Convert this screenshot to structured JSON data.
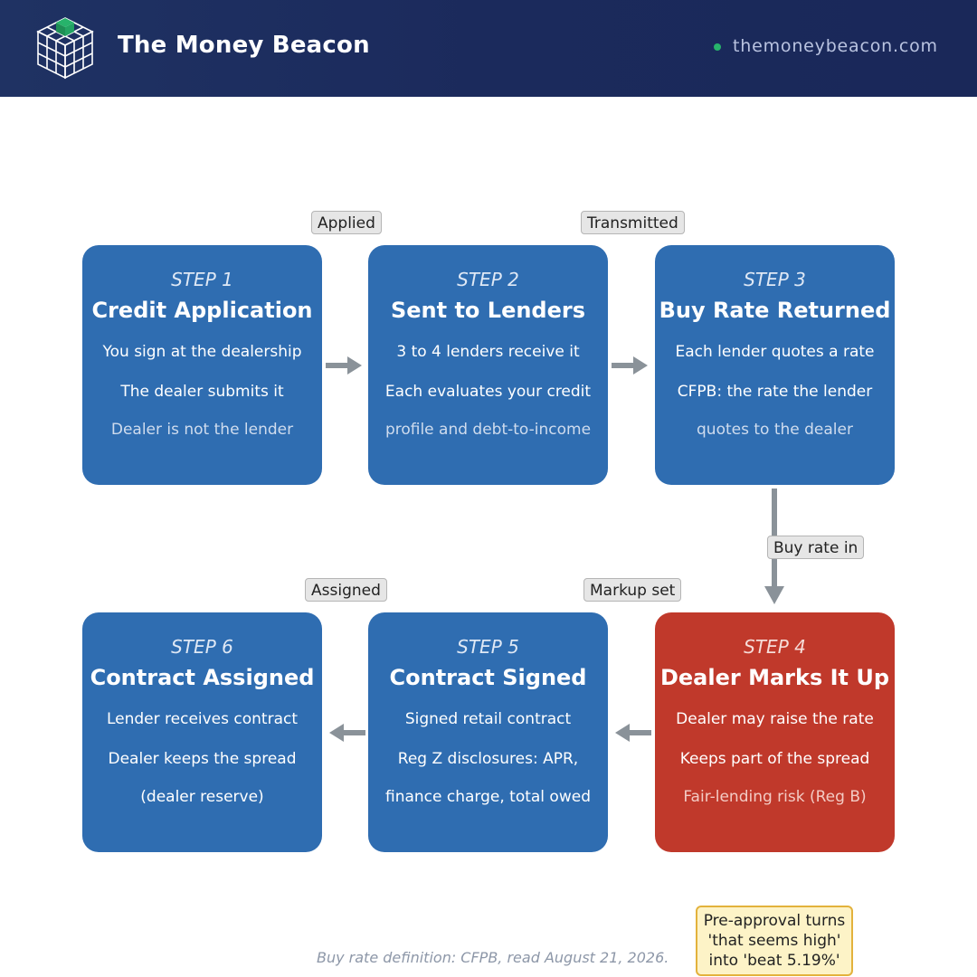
{
  "header": {
    "brand": "The Money Beacon",
    "site": "themoneybeacon.com",
    "logo_icon": "cube-grid-icon",
    "accent_color": "#27b36b"
  },
  "steps": [
    {
      "num": "STEP 1",
      "title": "Credit Application",
      "lines": [
        "You sign at the dealership",
        "The dealer submits it",
        "Dealer is not the lender"
      ],
      "color": "#2f6db1"
    },
    {
      "num": "STEP 2",
      "title": "Sent to Lenders",
      "lines": [
        "3 to 4 lenders receive it",
        "Each evaluates your credit",
        "profile and debt-to-income"
      ],
      "color": "#2f6db1"
    },
    {
      "num": "STEP 3",
      "title": "Buy Rate Returned",
      "lines": [
        "Each lender quotes a rate",
        "CFPB: the rate the lender",
        "quotes to the dealer"
      ],
      "color": "#2f6db1"
    },
    {
      "num": "STEP 4",
      "title": "Dealer Marks It Up",
      "lines": [
        "Dealer may raise the rate",
        "Keeps part of the spread",
        "Fair-lending risk (Reg B)"
      ],
      "color": "#c0392b"
    },
    {
      "num": "STEP 5",
      "title": "Contract Signed",
      "lines": [
        "Signed retail contract",
        "Reg Z disclosures: APR,",
        "finance charge, total owed"
      ],
      "color": "#2f6db1"
    },
    {
      "num": "STEP 6",
      "title": "Contract Assigned",
      "lines": [
        "Lender receives contract",
        "Dealer keeps the spread",
        "(dealer reserve)"
      ],
      "color": "#2f6db1"
    }
  ],
  "tags": {
    "applied": "Applied",
    "transmitted": "Transmitted",
    "buy_rate_in": "Buy rate in",
    "markup_set": "Markup set",
    "assigned": "Assigned"
  },
  "note": [
    "Pre-approval turns",
    "'that seems high'",
    "into 'beat 5.19%'"
  ],
  "footer": "Buy rate definition: CFPB, read August 21, 2026."
}
